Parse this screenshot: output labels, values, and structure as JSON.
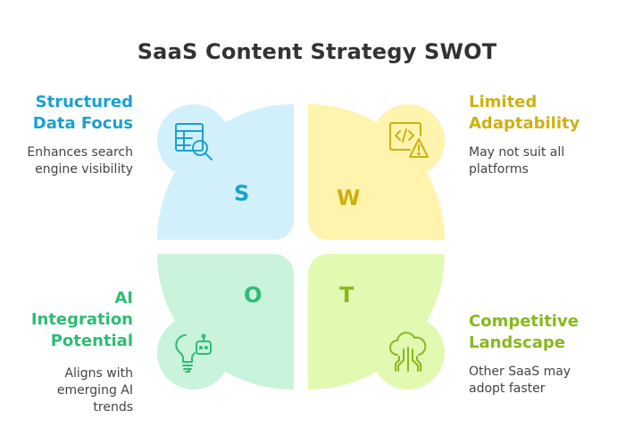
{
  "title": "SaaS Content Strategy SWOT",
  "colors": {
    "strength": "#1ba1cf",
    "weakness": "#cdb112",
    "opportunity": "#2dbd74",
    "threat": "#86b91d"
  },
  "quadrants": {
    "strength": {
      "letter": "S",
      "icon": "table-search-icon",
      "heading_line1": "Structured",
      "heading_line2": "Data Focus",
      "desc_line1": "Enhances search",
      "desc_line2": "engine visibility"
    },
    "weakness": {
      "letter": "W",
      "icon": "code-warning-icon",
      "heading_line1": "Limited",
      "heading_line2": "Adaptability",
      "desc_line1": "May not suit all",
      "desc_line2": "platforms"
    },
    "opportunity": {
      "letter": "O",
      "icon": "lightbulb-robot-icon",
      "heading_line1": "AI",
      "heading_line2": "Integration",
      "heading_line3": "Potential",
      "desc_line1": "Aligns with",
      "desc_line2": "emerging AI",
      "desc_line3": "trends"
    },
    "threat": {
      "letter": "T",
      "icon": "cloud-circuit-icon",
      "heading_line1": "Competitive",
      "heading_line2": "Landscape",
      "desc_line1": "Other SaaS may",
      "desc_line2": "adopt faster"
    }
  }
}
